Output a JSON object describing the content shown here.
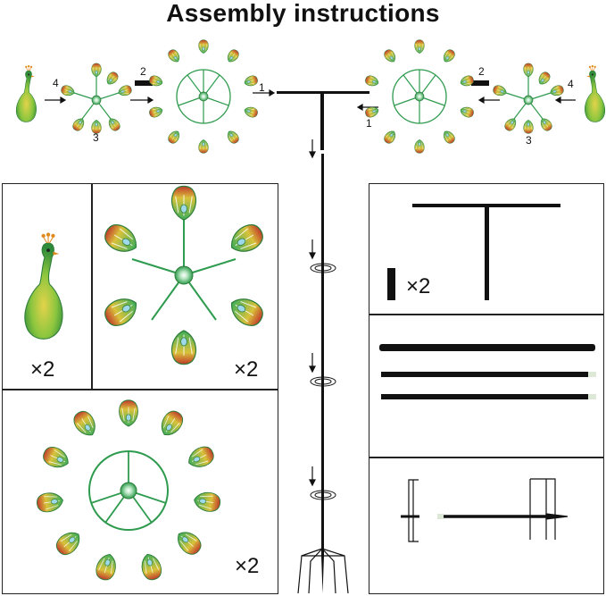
{
  "title": "Assembly instructions",
  "steps": {
    "left": [
      "4",
      "2",
      "1",
      "3"
    ],
    "right": [
      "2",
      "4",
      "1",
      "3"
    ]
  },
  "quantities": {
    "peacock_body": "×2",
    "small_wheel": "×2",
    "large_wheel": "×2",
    "connector": "×2"
  },
  "colors": {
    "petal_green": "#3fae5a",
    "petal_yellow": "#d9c23a",
    "petal_red": "#c0392b",
    "rod_black": "#111111",
    "border": "#222222"
  }
}
